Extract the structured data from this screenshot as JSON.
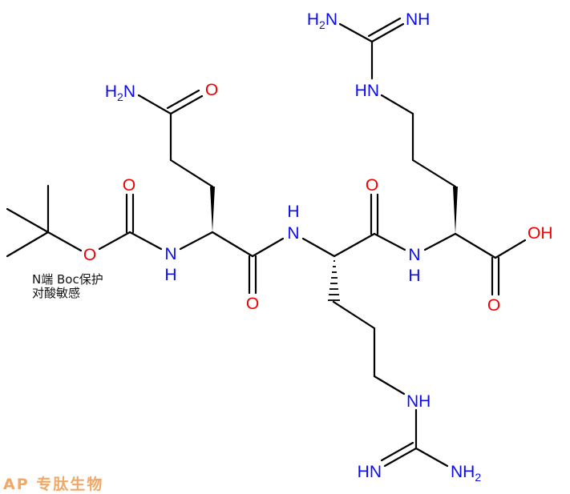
{
  "molecule": {
    "atoms": {
      "boc_carbonyl_o": "O",
      "boc_ester_o": "O",
      "gln_nh_n": "N",
      "gln_nh_h": "H",
      "gln_amide_nh2": {
        "h": "H",
        "sub": "2",
        "n": "N"
      },
      "gln_amide_o": "O",
      "gln_carbonyl_o": "O",
      "arg1_nh_n": "N",
      "arg1_nh_h": "H",
      "arg1_carbonyl_o": "O",
      "arg2_nh_n": "N",
      "arg2_nh_h": "H",
      "arg2_side_hn": "HN",
      "arg2_guan_nh2": {
        "h": "H",
        "sub": "2",
        "n": "N"
      },
      "arg2_guan_nh": "NH",
      "acid_oh": "OH",
      "acid_o": "O",
      "arg1_side_nh": "NH",
      "arg1_guan_hn": "HN",
      "arg1_guan_nh2": {
        "n": "NH",
        "sub": "2"
      }
    },
    "colors": {
      "nitrogen": "#0b0bf0",
      "oxygen": "#f00000",
      "bond": "#000000"
    }
  },
  "annotation": {
    "line1": "N端 Boc保护",
    "line2": "对酸敏感"
  },
  "watermark": {
    "text": "AP 专肽生物",
    "color": "#f0a868"
  }
}
